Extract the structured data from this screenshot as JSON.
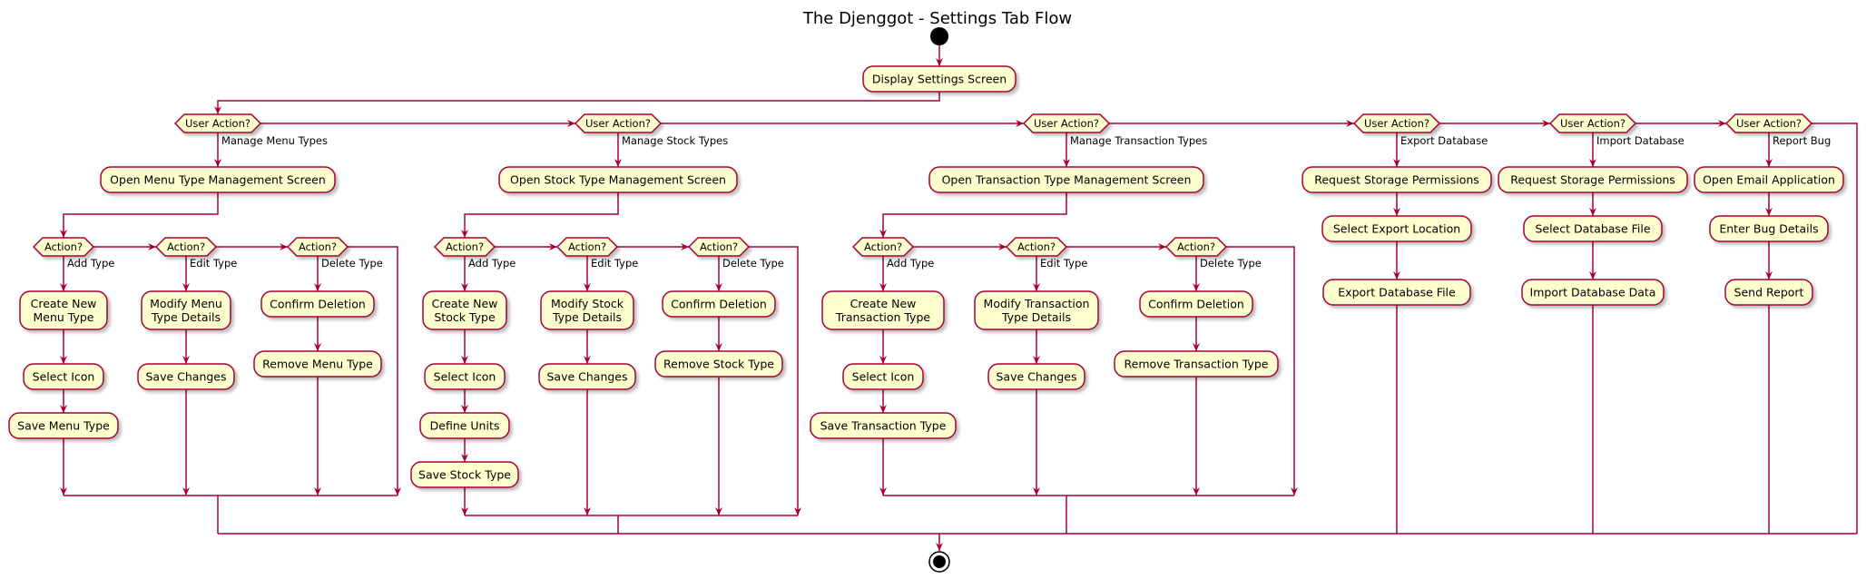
{
  "title": "The Djenggot - Settings Tab Flow",
  "nodes": {
    "display": "Display Settings Screen",
    "open_menu": "Open Menu Type Management Screen",
    "open_stock": "Open Stock Type Management Screen",
    "open_tx": "Open Transaction Type Management Screen",
    "req_export": "Request Storage Permissions",
    "sel_export": "Select Export Location",
    "exp_file": "Export Database File",
    "req_import": "Request Storage Permissions",
    "sel_dbfile": "Select Database File",
    "imp_data": "Import Database Data",
    "open_email": "Open Email Application",
    "enter_bug": "Enter Bug Details",
    "send_report": "Send Report",
    "m_create": [
      "Create New",
      " Menu Type"
    ],
    "m_icon": "Select Icon",
    "m_save": "Save Menu Type",
    "m_modify": [
      "Modify Menu",
      " Type Details"
    ],
    "m_savechg": "Save Changes",
    "m_confirm": "Confirm Deletion",
    "m_remove": "Remove Menu Type",
    "s_create": [
      "Create New",
      " Stock Type"
    ],
    "s_icon": "Select Icon",
    "s_units": "Define Units",
    "s_save": "Save Stock Type",
    "s_modify": [
      "Modify Stock",
      " Type Details"
    ],
    "s_savechg": "Save Changes",
    "s_confirm": "Confirm Deletion",
    "s_remove": "Remove Stock Type",
    "t_create": [
      "Create New",
      " Transaction Type"
    ],
    "t_icon": "Select Icon",
    "t_save": "Save Transaction Type",
    "t_modify": [
      "Modify Transaction",
      " Type Details"
    ],
    "t_savechg": "Save Changes",
    "t_confirm": "Confirm Deletion",
    "t_remove": "Remove Transaction Type"
  },
  "decisions": {
    "user_action": "User Action?",
    "action": "Action?"
  },
  "branches": {
    "manage_menu": "Manage Menu Types",
    "manage_stock": "Manage Stock Types",
    "manage_tx": "Manage Transaction Types",
    "export_db": "Export Database",
    "import_db": "Import Database",
    "report_bug": "Report Bug",
    "add_type": "Add Type",
    "edit_type": "Edit Type",
    "delete_type": "Delete Type"
  },
  "colors": {
    "line": "#A80036",
    "node_fill": "#FEFECE",
    "start_end": "#000000"
  }
}
